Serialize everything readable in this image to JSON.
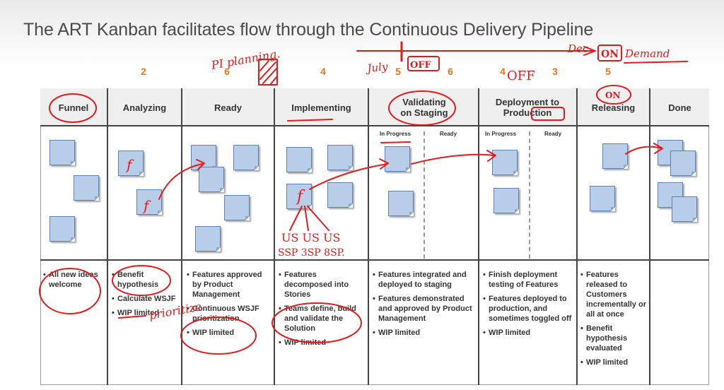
{
  "title": "The ART Kanban facilitates flow through the Continuous Delivery Pipeline",
  "wip_limits": {
    "analyzing": "2",
    "ready": "6",
    "implementing": "4",
    "validating_a": "5",
    "validating_b": "6",
    "deployment_a": "4",
    "deployment_b": "3",
    "releasing": "5"
  },
  "columns": {
    "funnel": "Funnel",
    "analyzing": "Analyzing",
    "ready": "Ready",
    "implementing": "Implementing",
    "validating": "Validating on Staging",
    "deployment": "Deployment to Production",
    "releasing": "Releasing",
    "done": "Done"
  },
  "sub_columns": {
    "in_progress": "In Progress",
    "ready": "Ready"
  },
  "descriptions": {
    "funnel": [
      "All new ideas welcome"
    ],
    "analyzing": [
      "Benefit hypothesis",
      "Calculate WSJF",
      "WIP limited"
    ],
    "ready": [
      "Features approved by Product Management",
      "Continuous WSJF prioritization",
      "WIP limited"
    ],
    "implementing": [
      "Features decomposed into Stories",
      "Teams define, build and validate the Solution",
      "WIP limited"
    ],
    "validating": [
      "Features integrated and deployed to staging",
      "Features demonstrated and approved by Product Management",
      "WIP limited"
    ],
    "deployment": [
      "Finish deployment testing of Features",
      "Features deployed to production, and sometimes toggled off",
      "WIP limited"
    ],
    "releasing": [
      "Features released to Customers incrementally or all at once",
      "Benefit hypothesis evaluated",
      "WIP limited"
    ]
  },
  "annotations": {
    "pi_planning": "PI planning.",
    "july": "July",
    "off_1": "OFF",
    "off_2": "OFF",
    "dec": "Dec",
    "on_1": "ON",
    "demand": "Demand",
    "on_2": "ON",
    "f_1": "f",
    "f_2": "f",
    "f_3": "f",
    "us_row": "US US US",
    "ssp_row": "SSP 3SP 8SP.",
    "prioritize": "prioritize"
  },
  "colors": {
    "note_fill": "#b7cde8",
    "note_border": "#5b83b5",
    "wip_orange": "#e8741c",
    "ink_red": "#e11b1b"
  }
}
